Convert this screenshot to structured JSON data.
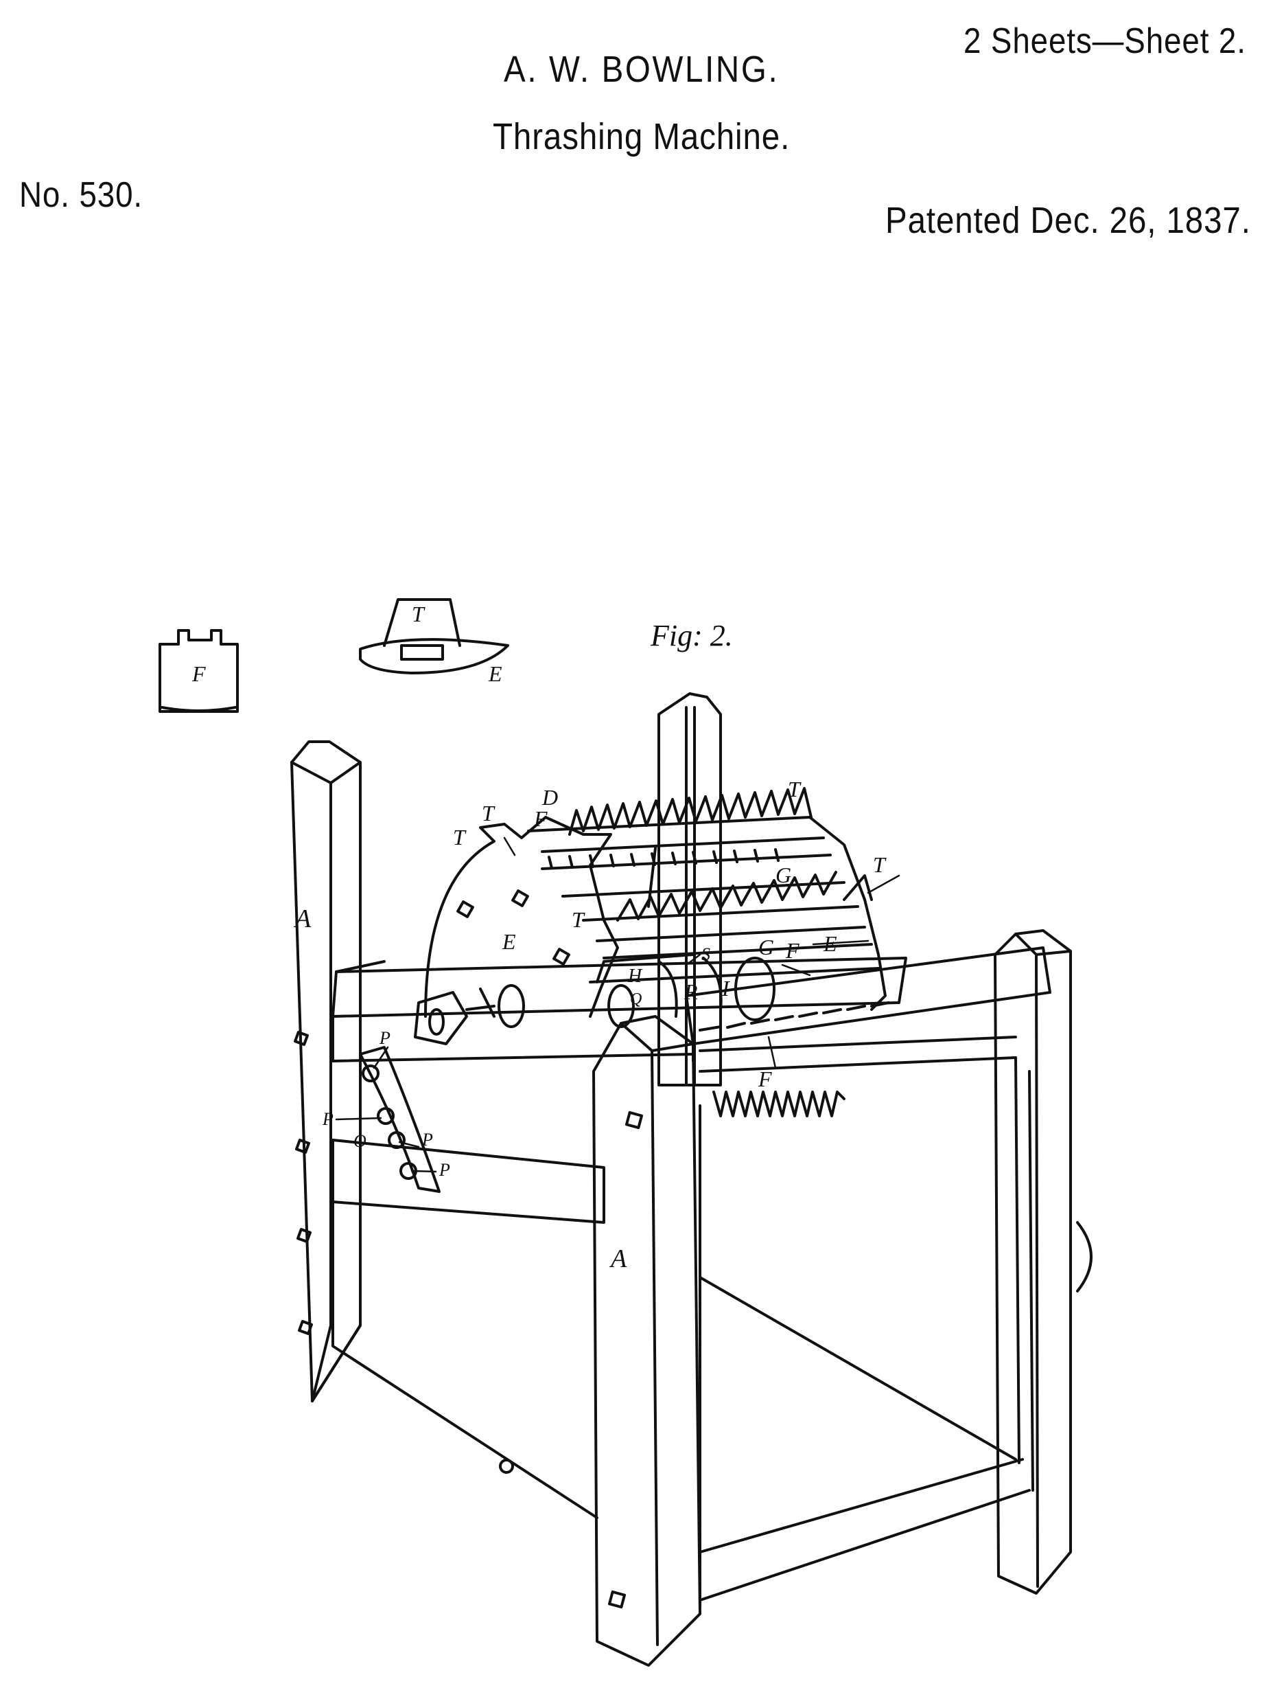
{
  "header": {
    "inventor": "A. W. BOWLING.",
    "title": "Thrashing Machine.",
    "sheet": "2 Sheets—Sheet 2.",
    "number": "No. 530.",
    "patented": "Patented Dec. 26, 1837."
  },
  "figure": {
    "caption": "Fig: 2.",
    "labels": {
      "T": "T",
      "F": "F",
      "E": "E",
      "D": "D",
      "G": "G",
      "A": "A",
      "H": "H",
      "Q": "Q",
      "R": "R",
      "I": "I",
      "S": "S",
      "P": "P",
      "O": "O"
    }
  },
  "colors": {
    "ink": "#111111",
    "paper": "#ffffff"
  }
}
